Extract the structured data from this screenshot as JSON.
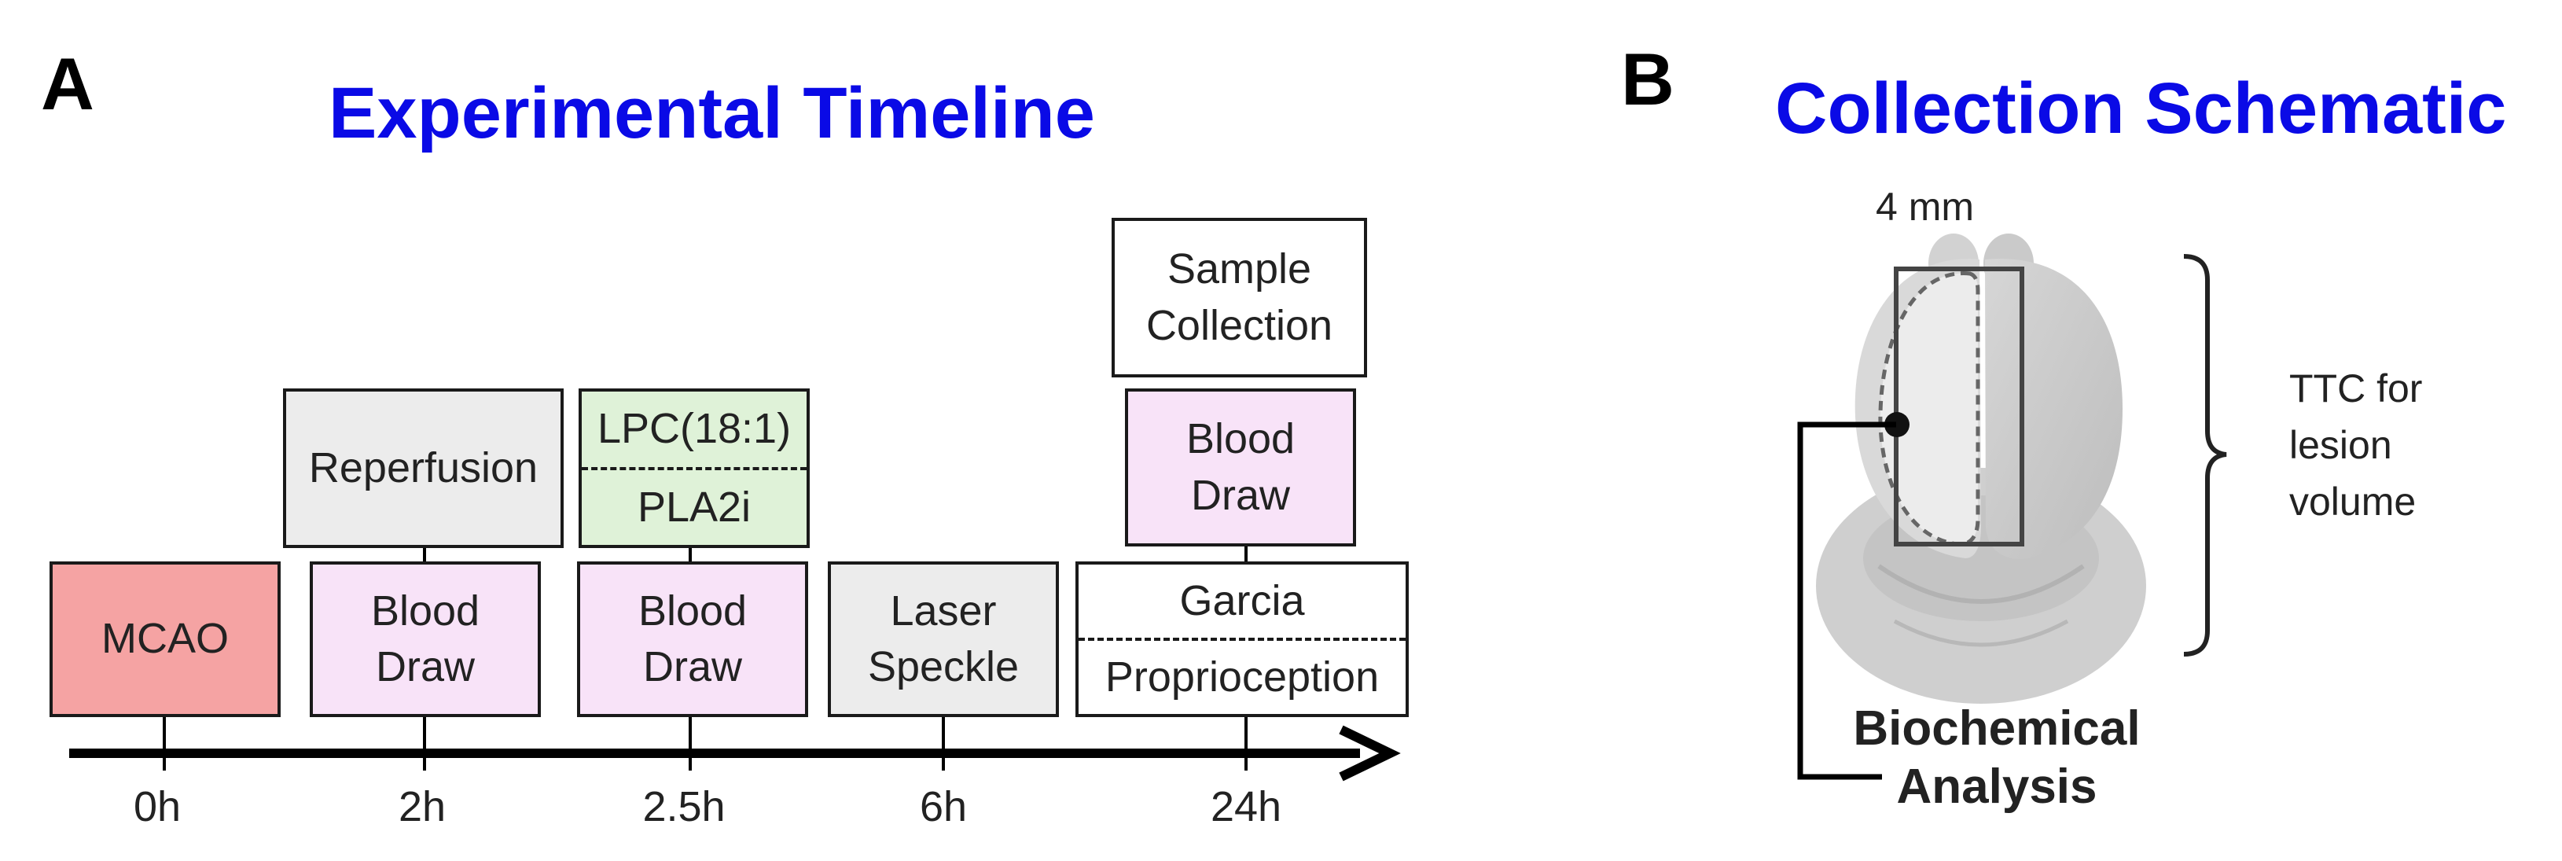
{
  "panel_a": {
    "letter": "A",
    "title": "Experimental Timeline",
    "boxes": {
      "mcao": {
        "text": "MCAO",
        "color": "#f5a3a3"
      },
      "reperfusion": {
        "text": "Reperfusion",
        "color": "#ececec"
      },
      "blood_draw_2h": {
        "text": "Blood\nDraw",
        "color": "#f8e3f8"
      },
      "lpc": {
        "top_text": "LPC(18:1)",
        "bottom_text": "PLA2i",
        "color": "#dff2d8"
      },
      "blood_draw_25h": {
        "text": "Blood\nDraw",
        "color": "#f8e3f8"
      },
      "laser_speckle": {
        "text": "Laser\nSpeckle",
        "color": "#ececec"
      },
      "sample_collection": {
        "text": "Sample\nCollection",
        "color": "#ffffff"
      },
      "blood_draw_24h": {
        "text": "Blood\nDraw",
        "color": "#f8e3f8"
      },
      "garcia": {
        "top_text": "Garcia",
        "bottom_text": "Proprioception",
        "color": "#ffffff"
      }
    },
    "ticks": [
      "0h",
      "2h",
      "2.5h",
      "6h",
      "24h"
    ]
  },
  "panel_b": {
    "letter": "B",
    "title": "Collection Schematic",
    "width_label": "4 mm",
    "ttc_label": "TTC  for\nlesion\nvolume",
    "analysis_label": "Biochemical\nAnalysis",
    "icons": [
      "mouse-brain-icon"
    ]
  }
}
